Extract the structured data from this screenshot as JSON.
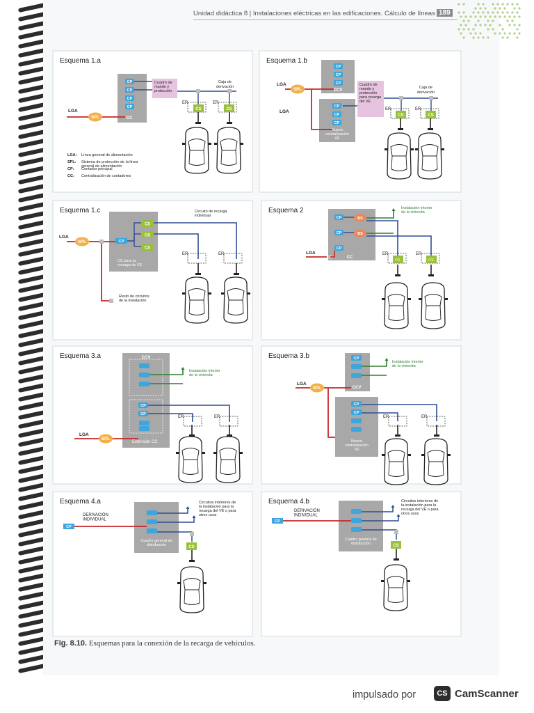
{
  "header": {
    "text": "Unidad didáctica 8 | Instalaciones eléctricas en las edificaciones. Cálculo de líneas",
    "page": "189"
  },
  "caption": {
    "label": "Fig. 8.10.",
    "text": " Esquemas para la conexión de la recarga de vehículos."
  },
  "footer": {
    "powered": "impulsado por",
    "logo": "CS",
    "brand": "CamScanner"
  },
  "colors": {
    "red": "#c62828",
    "blue": "#2f4d92",
    "green": "#2e7d32",
    "gray_box": "#a8a8a8",
    "cp_blue": "#3ea5dd",
    "cs_green": "#9bbf3a",
    "spl_orange": "#f2b04a",
    "bs_orange": "#e9895a",
    "pink": "#e2b8d8"
  },
  "labels": {
    "lga": "LGA",
    "spl": "SPL",
    "cp": "CP",
    "cc": "CC",
    "cs": "CS",
    "bs": "BS",
    "ccv": "CCV",
    "er": "ER",
    "caja_derivacion": "Caja de derivación",
    "cuadro_mando": "Cuadro de mando y protección",
    "cuadro_mando_ve": "Cuadro de mando y protección para recarga del VE",
    "nueva_centralizacion": "Nueva centralización VE",
    "circuito_individual": "Circuito de recarga individual",
    "cc_para_recarga": "CC para la recarga de VE",
    "resto_circuitos": "Resto de circuitos de la instalación",
    "instalacion_interior": "Instalación interior de la vivienda",
    "extension_cc": "Extensión CC",
    "derivacion_individual": "DERIVACIÓN INDIVIDUAL",
    "circuitos_interiores": "Circuitos interiores de la instalación para la recarga del VE o para otros usos",
    "cuadro_general": "Cuadro general de distribución"
  },
  "legend": [
    {
      "term": "LGA:",
      "desc": "Línea general de alimentación"
    },
    {
      "term": "SPL:",
      "desc": "Sistema de protección de la línea general de alimentación"
    },
    {
      "term": "CP:",
      "desc": "Contador principal"
    },
    {
      "term": "CC:",
      "desc": "Centralización de contadores"
    }
  ],
  "panels": [
    {
      "id": "1a",
      "title": "Esquema 1.a"
    },
    {
      "id": "1b",
      "title": "Esquema 1.b"
    },
    {
      "id": "1c",
      "title": "Esquema 1.c"
    },
    {
      "id": "2",
      "title": "Esquema 2"
    },
    {
      "id": "3a",
      "title": "Esquema 3.a"
    },
    {
      "id": "3b",
      "title": "Esquema 3.b"
    },
    {
      "id": "4a",
      "title": "Esquema 4.a"
    },
    {
      "id": "4b",
      "title": "Esquema 4.b"
    }
  ]
}
